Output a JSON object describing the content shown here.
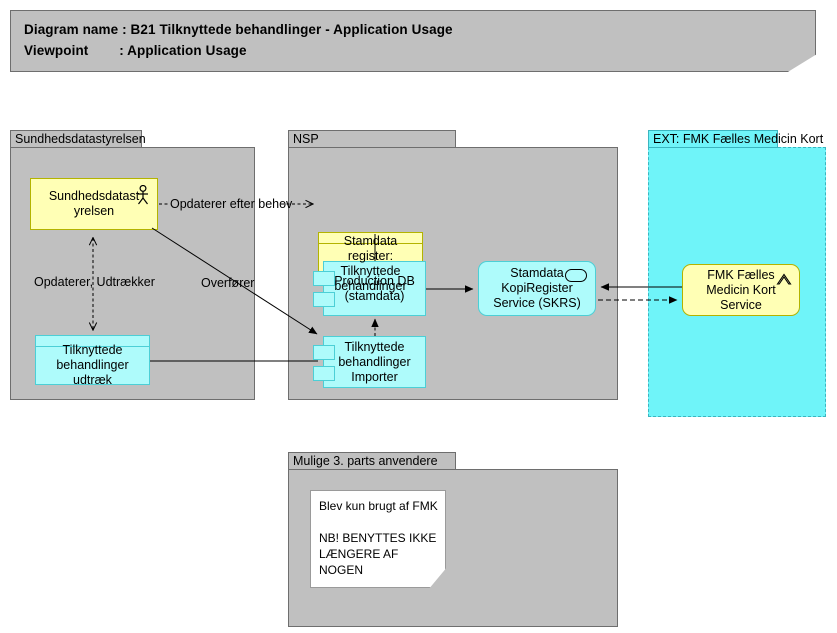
{
  "banner": {
    "line1": "Diagram name : B21 Tilknyttede behandlinger - Application Usage",
    "line2": "Viewpoint        : Application Usage"
  },
  "groups": [
    {
      "id": "sundhedsdatastyrelsen",
      "label": "Sundhedsdatastyrelsen"
    },
    {
      "id": "nsp",
      "label": "NSP"
    },
    {
      "id": "ext_fmk",
      "label": "EXT: FMK Fælles Medicin Kort"
    },
    {
      "id": "tredjeparts",
      "label": "Mulige 3. parts anvendere"
    }
  ],
  "nodes": [
    {
      "id": "sds_actor",
      "label": "Sundhedsdatast\nyrelsen",
      "icon": "actor-icon",
      "color": "#ffffb5"
    },
    {
      "id": "udtraek",
      "label": "Tilknyttede\nbehandlinger\nudtræk",
      "icon": "data-object",
      "color": "#aefbfb"
    },
    {
      "id": "stamdata_reg",
      "label": "Stamdata register:\nTilknyttede\nbehandlinger",
      "icon": "data-object",
      "color": "#ffffb5"
    },
    {
      "id": "production_db",
      "label": "Production DB\n(stamdata)",
      "icon": "component",
      "color": "#aefbfb"
    },
    {
      "id": "importer",
      "label": "Tilknyttede\nbehandlinger\nImporter",
      "icon": "component",
      "color": "#aefbfb"
    },
    {
      "id": "skrs",
      "label": "Stamdata\nKopiRegister\nService (SKRS)",
      "icon": "service-oval-icon",
      "color": "#aefbfb"
    },
    {
      "id": "fmk_service",
      "label": "FMK Fælles\nMedicin Kort\nService",
      "icon": "chevron-up-icon",
      "color": "#ffffb5"
    }
  ],
  "connector_labels": {
    "opdaterer_efter_behov": "Opdaterer efter behov",
    "opdaterer_udtraekker": "Opdaterer, Udtrækker",
    "overfoerer": "Overfører"
  },
  "note": {
    "text": "Blev kun brugt af FMK\n\nNB! BENYTTES IKKE\nLÆNGERE AF NOGEN"
  },
  "colors": {
    "group_gray": "#c0c0c0",
    "group_border": "#6e6e6e",
    "ext_cyan": "#6ff4f9",
    "node_yellow": "#ffffb5",
    "node_yellow_border": "#b3b300",
    "node_cyan": "#aefbfb",
    "node_cyan_border": "#4ccfd6",
    "note_white": "#ffffff",
    "line": "#000000"
  }
}
